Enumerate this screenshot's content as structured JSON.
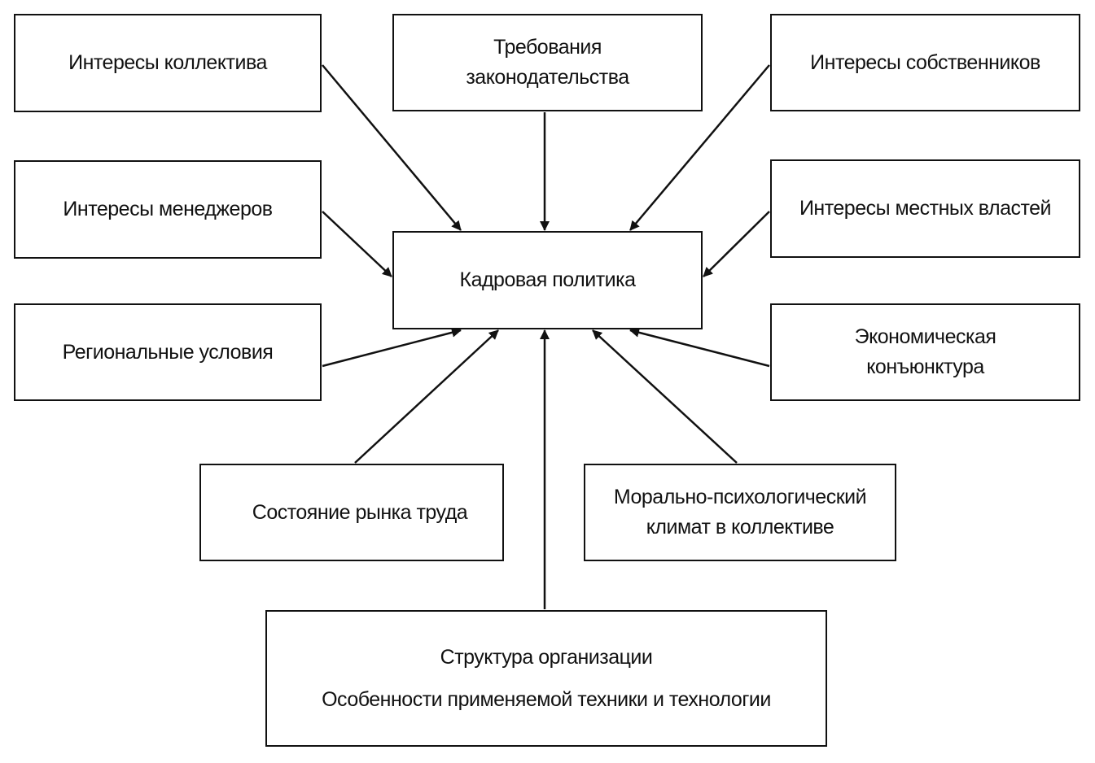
{
  "diagram": {
    "center": {
      "label": "Кадровая политика"
    },
    "factors": {
      "collective": {
        "lines": [
          "Интересы коллектива"
        ]
      },
      "legislation": {
        "lines": [
          "Требования",
          "законодательства"
        ]
      },
      "owners": {
        "lines": [
          "Интересы собственников"
        ]
      },
      "managers": {
        "lines": [
          "Интересы менеджеров"
        ]
      },
      "authorities": {
        "lines": [
          "Интересы местных властей"
        ]
      },
      "regional": {
        "lines": [
          "Региональные условия"
        ]
      },
      "economic": {
        "lines": [
          "Экономическая",
          "конъюнктура"
        ]
      },
      "labor": {
        "lines": [
          "Состояние рынка труда"
        ]
      },
      "climate": {
        "lines": [
          "Морально-психологический",
          "климат в коллективе"
        ]
      },
      "structure": {
        "lines": [
          "Структура организации",
          "Особенности применяемой техники и технологии"
        ]
      }
    },
    "colors": {
      "line": "#111111",
      "background": "#ffffff"
    }
  }
}
